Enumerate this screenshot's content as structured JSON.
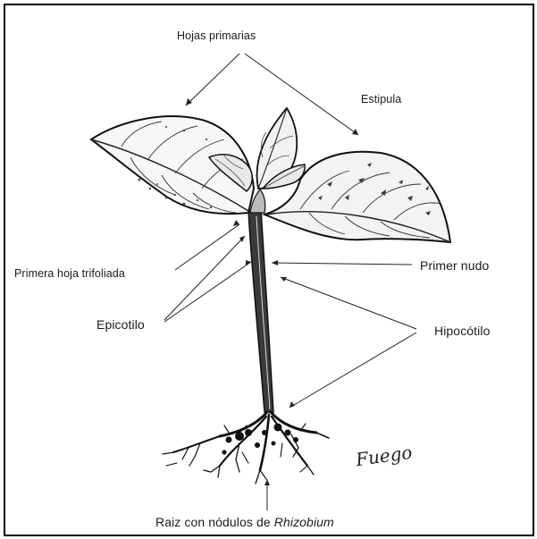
{
  "labels": {
    "primary_leaves": "Hojas primarias",
    "stipule": "Estipula",
    "first_trifoliate": "Primera hoja trifoliada",
    "first_node": "Primer nudo",
    "epicotyl": "Epicotilo",
    "hypocotyl": "Hipocótilo",
    "root_prefix": "Raiz con nódulos de ",
    "root_italic": "Rhizobium"
  },
  "signature": "Fuego",
  "colors": {
    "ink": "#1a1a1a",
    "background": "#ffffff",
    "border": "#000000"
  }
}
